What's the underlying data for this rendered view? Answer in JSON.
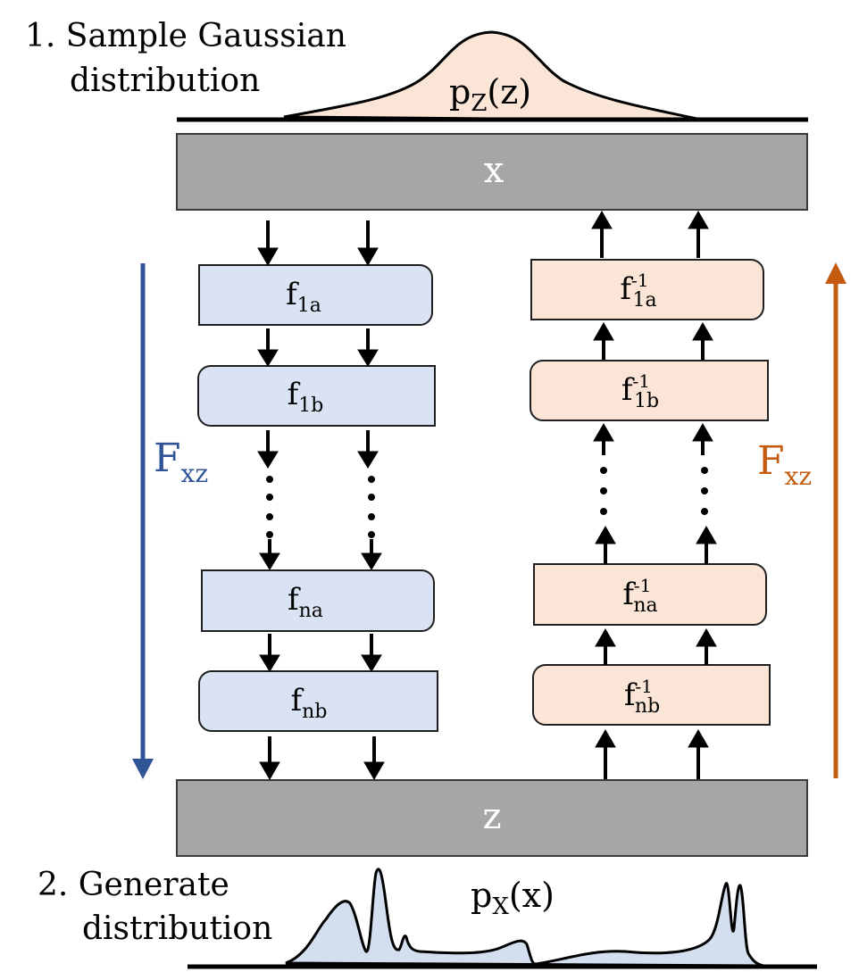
{
  "top_label": {
    "line1": "1. Sample Gaussian",
    "line2": "distribution"
  },
  "bottom_label": {
    "line1": "2. Generate",
    "line2": "distribution"
  },
  "top_dist": {
    "p": "p",
    "sub": "Z",
    "arg": "(z)"
  },
  "bottom_dist": {
    "p": "p",
    "sub": "X",
    "arg": "(x)"
  },
  "x_box": {
    "label": "x"
  },
  "z_box": {
    "label": "z"
  },
  "forward_label": {
    "main": "F",
    "sub": "xz"
  },
  "inverse_label": {
    "main": "F",
    "sub": "xz"
  },
  "forward_blocks": [
    {
      "main": "f",
      "sub": "1a"
    },
    {
      "main": "f",
      "sub": "1b"
    },
    {
      "main": "f",
      "sub": "na"
    },
    {
      "main": "f",
      "sub": "nb"
    }
  ],
  "inverse_blocks": [
    {
      "main": "f",
      "sub": "1a",
      "sup": "-1"
    },
    {
      "main": "f",
      "sub": "1b",
      "sup": "-1"
    },
    {
      "main": "f",
      "sub": "na",
      "sup": "-1"
    },
    {
      "main": "f",
      "sub": "nb",
      "sup": "-1"
    }
  ],
  "colors": {
    "forward_fill": "#dae3f3",
    "inverse_fill": "#fbe5d6",
    "gray_box": "#a6a6a6",
    "forward_arrow": "#2f5597",
    "inverse_arrow": "#c55a11",
    "top_curve_fill": "#fbe5d6",
    "bottom_curve_fill": "#d3deef"
  }
}
